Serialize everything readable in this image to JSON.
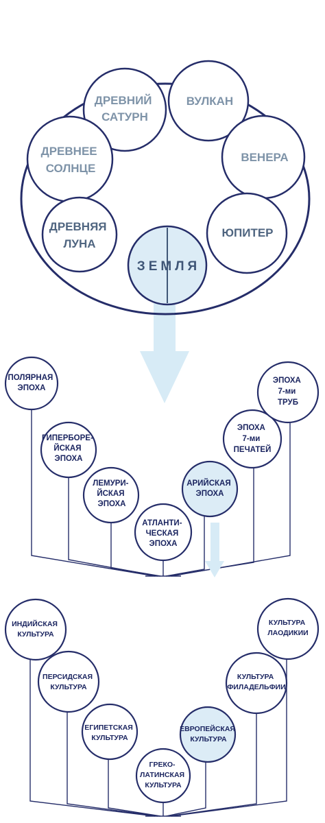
{
  "colors": {
    "stroke": "#252d69",
    "planet_text": "#7e93a8",
    "earth_fill": "#dcecf6",
    "arrow": "#d7ebf6",
    "highlight_fill": "#dcecf6"
  },
  "planets": {
    "items": [
      {
        "lines": [
          "ДРЕВНИЙ",
          "САТУРН"
        ]
      },
      {
        "lines": [
          "ВУЛКАН"
        ]
      },
      {
        "lines": [
          "ДРЕВНЕЕ",
          "СОЛНЦЕ"
        ]
      },
      {
        "lines": [
          "ВЕНЕРА"
        ]
      },
      {
        "lines": [
          "ДРЕВНЯЯ",
          "ЛУНА"
        ]
      },
      {
        "lines": [
          "ЮПИТЕР"
        ]
      }
    ],
    "earth": "ЗЕМЛЯ"
  },
  "epochs": {
    "items": [
      {
        "lines": [
          "ПОЛЯРНАЯ",
          "ЭПОХА"
        ]
      },
      {
        "lines": [
          "ГИПЕРБОРЕ-",
          "ЙСКАЯ",
          "ЭПОХА"
        ]
      },
      {
        "lines": [
          "ЛЕМУРИ-",
          "ЙСКАЯ",
          "ЭПОХА"
        ]
      },
      {
        "lines": [
          "АТЛАНТИ-",
          "ЧЕСКАЯ",
          "ЭПОХА"
        ]
      },
      {
        "lines": [
          "АРИЙСКАЯ",
          "ЭПОХА"
        ]
      },
      {
        "lines": [
          "ЭПОХА",
          "7-ми",
          "ПЕЧАТЕЙ"
        ]
      },
      {
        "lines": [
          "ЭПОХА",
          "7-ми",
          "ТРУБ"
        ]
      }
    ]
  },
  "cultures": {
    "items": [
      {
        "lines": [
          "ИНДИЙСКАЯ",
          "КУЛЬТУРА"
        ]
      },
      {
        "lines": [
          "ПЕРСИДСКАЯ",
          "КУЛЬТУРА"
        ]
      },
      {
        "lines": [
          "ЕГИПЕТСКАЯ",
          "КУЛЬТУРА"
        ]
      },
      {
        "lines": [
          "ГРЕКО-",
          "ЛАТИНСКАЯ",
          "КУЛЬТУРА"
        ]
      },
      {
        "lines": [
          "ЕВРОПЕЙСКАЯ",
          "КУЛЬТУРА"
        ]
      },
      {
        "lines": [
          "КУЛЬТУРА",
          "ФИЛАДЕЛЬФИИ"
        ]
      },
      {
        "lines": [
          "КУЛЬТУРА",
          "ЛАОДИКИИ"
        ]
      }
    ]
  }
}
